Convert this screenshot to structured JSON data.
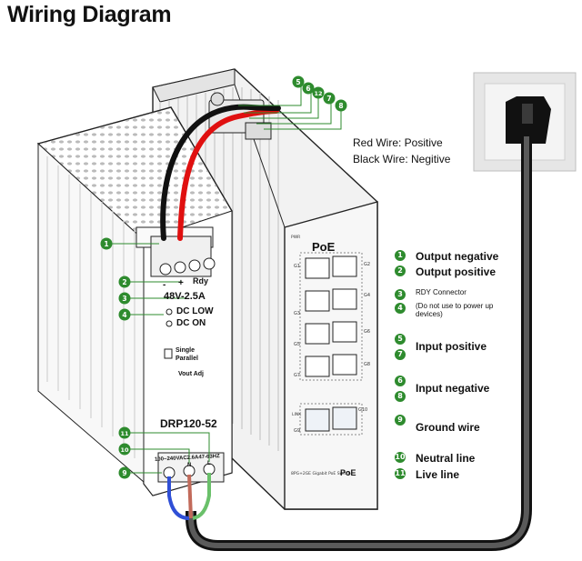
{
  "title": "Wiring Diagram",
  "wire_notes": {
    "red": "Red Wire: Positive",
    "black": "Black Wire: Negitive"
  },
  "colors": {
    "accent_green": "#2e8b2e",
    "red_wire": "#e01010",
    "black_wire": "#111111",
    "blue_wire": "#2f4fd6",
    "brown_wire": "#c26a5a",
    "green_wire": "#6ac06a"
  },
  "legend": [
    {
      "n": "1",
      "text": "Output negative"
    },
    {
      "n": "2",
      "text": "Output positive"
    },
    {
      "n": "3",
      "text": "RDY Connector"
    },
    {
      "n": "4",
      "text": "(Do not use to power up devices)"
    },
    {
      "n": "5",
      "text": "Input positive"
    },
    {
      "n": "7",
      "text": ""
    },
    {
      "n": "6",
      "text": "Input negative"
    },
    {
      "n": "8",
      "text": ""
    },
    {
      "n": "9",
      "text": "Ground wire"
    },
    {
      "n": "10",
      "text": "Neutral line"
    },
    {
      "n": "11",
      "text": "Live line"
    }
  ],
  "psu": {
    "terminal_minus": "-",
    "terminal_plus": "+",
    "terminal_rdy": "Rdy",
    "rating": "48V-2.5A",
    "dc_low": "DC LOW",
    "dc_on": "DC ON",
    "single_parallel": "Single Parallel",
    "vout_adj": "Vout Adj",
    "model": "DRP120-52",
    "input_spec": "100~240VAC2.6A47-63HZ",
    "terminal_n": "N",
    "terminal_l": "L"
  },
  "switch": {
    "poe_label": "PoE",
    "port_labels": [
      "G1",
      "G2",
      "G3",
      "G4",
      "G5",
      "G6",
      "G7",
      "G8",
      "G9",
      "G10"
    ],
    "model_text": "8PG+2GE Gigabit PoE Switch",
    "footer_poe": "PoE",
    "led_pwr": "PWR",
    "led_link": "LINK"
  },
  "callouts_top": [
    "5",
    "6",
    "12",
    "7",
    "8"
  ],
  "callouts_psu": [
    "1",
    "2",
    "3",
    "4",
    "11",
    "10",
    "9"
  ]
}
